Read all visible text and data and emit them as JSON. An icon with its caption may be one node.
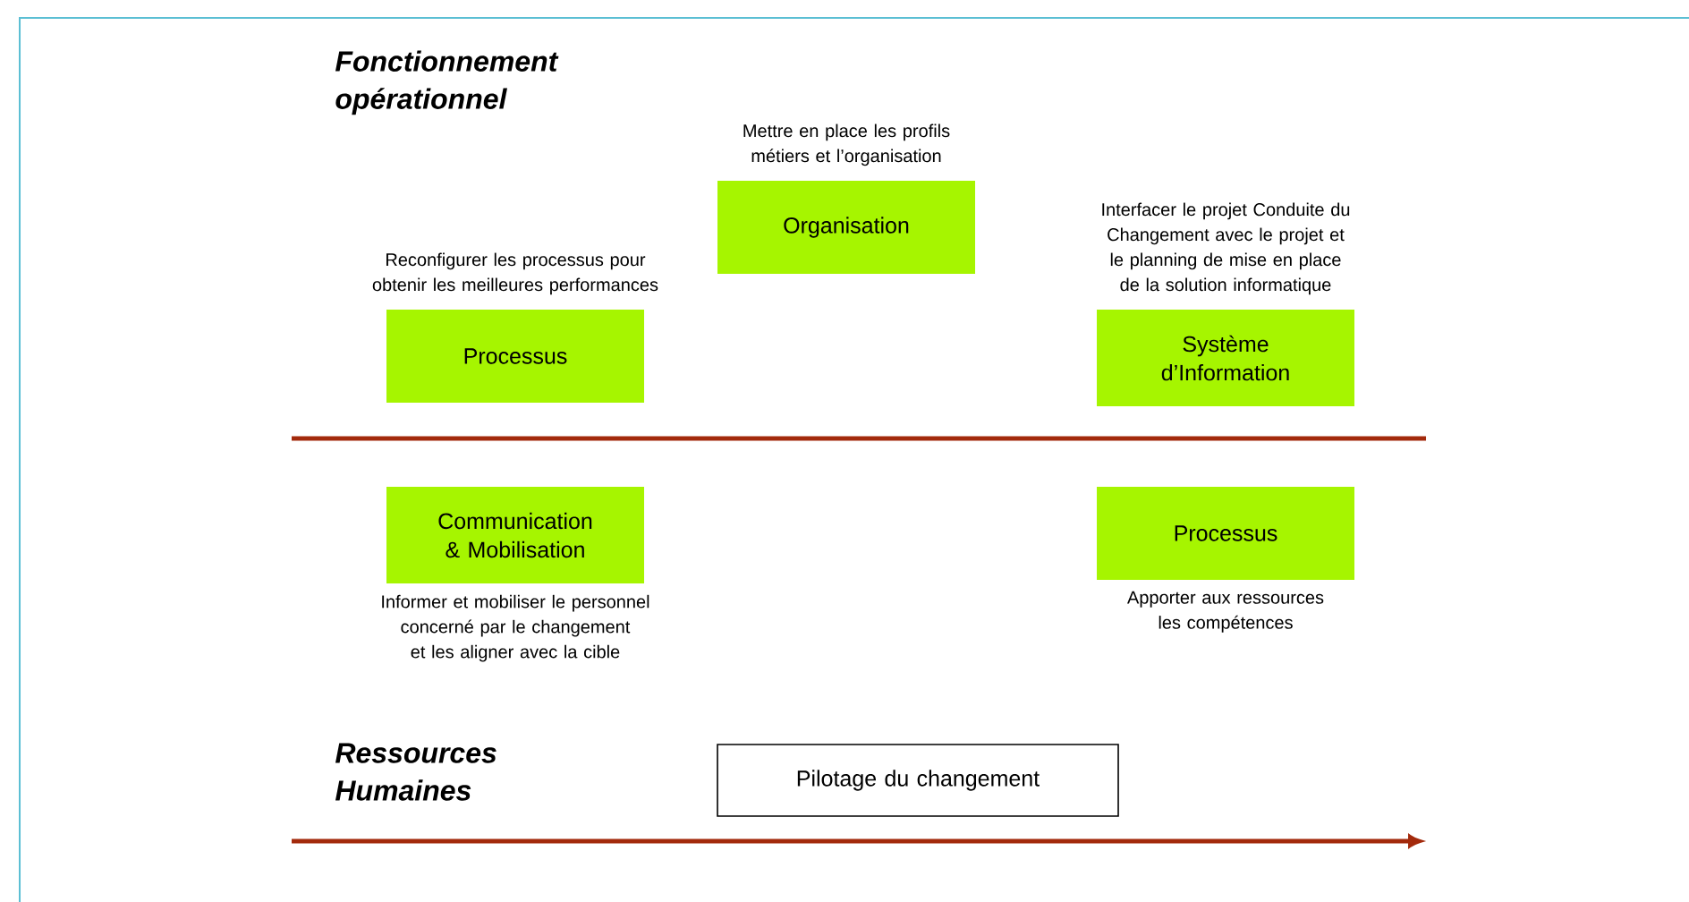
{
  "diagram": {
    "nodes": [
      {
        "text": [
          "Organisation"
        ],
        "beside": [
          "Mettre en place les profils métiers et l’organisation"
        ]
      },
      {
        "text": [
          "Processus"
        ],
        "beside": [
          "Reconfigurer les processus pour obtenir les meilleures performances"
        ]
      },
      {
        "text": [
          "Système d’Information"
        ],
        "beside": [
          "Interfacer le projet Conduite du Changement avec le projet et le planning de mise en place de la solution informatique"
        ]
      },
      {
        "text": [
          "Communication & Mobilisation"
        ],
        "beside": [
          "Informer et mobiliser le personnel concerné par le changement et les aligner avec la cible"
        ]
      },
      {
        "text": [
          "Processus"
        ],
        "beside": [
          "Apporter aux ressources les compétences"
        ]
      },
      {
        "text": [
          "Pilotage du changement"
        ]
      }
    ],
    "labels": [
      "Fonctionnement opérationnel",
      "Ressources Humaines"
    ]
  }
}
